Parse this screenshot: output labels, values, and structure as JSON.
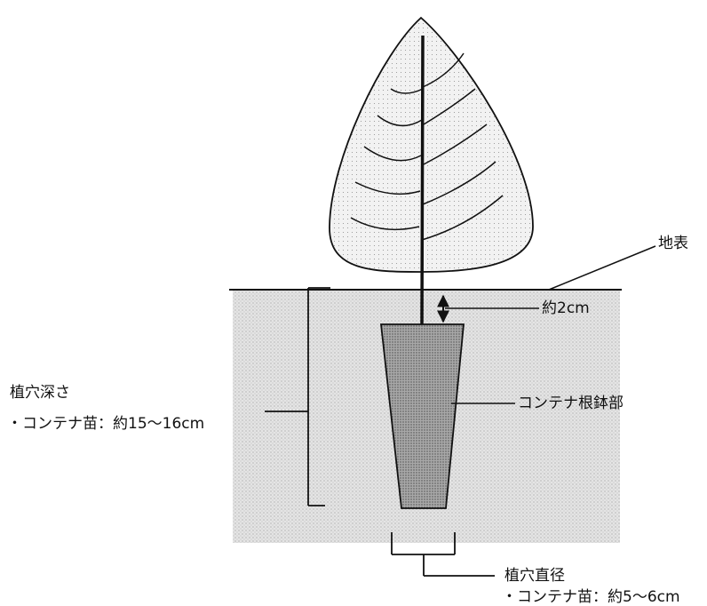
{
  "labels": {
    "ground_surface": "地表",
    "depth_offset": "約2cm",
    "root_ball": "コンテナ根鉢部",
    "hole_depth_title": "植穴深さ",
    "hole_depth_value": "・コンテナ苗：約15～16cm",
    "hole_diameter_title": "植穴直径",
    "hole_diameter_value": "・コンテナ苗：約5～6cm"
  },
  "colors": {
    "soil": "#dcdcdc",
    "root_ball": "#9c9c9c",
    "canopy": "#ececec",
    "line": "#111111"
  }
}
